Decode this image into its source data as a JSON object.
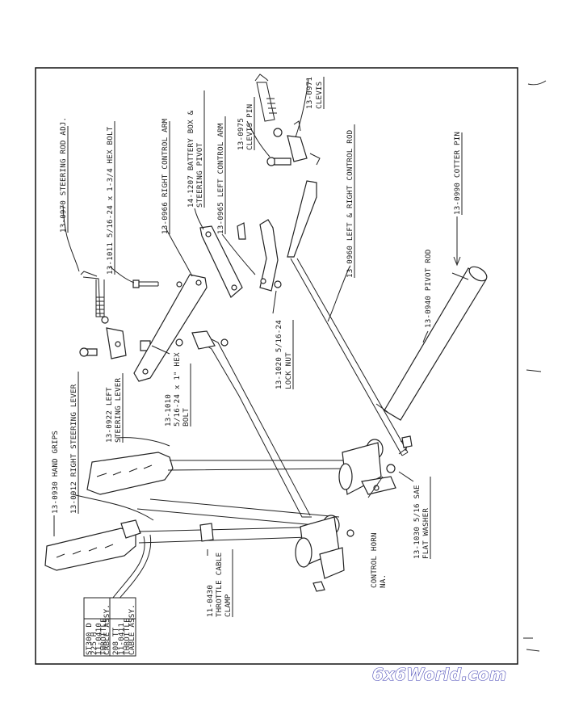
{
  "labels": {
    "steering_rod_adj": "13-0970 STEERING ROD ADJ.",
    "hex_bolt_long": "13-1011 5/16-24 x 1-3/4 HEX BOLT",
    "right_control_arm": "13-0966 RIGHT CONTROL ARM",
    "battery_box_1": "14-1207 BATTERY BOX &",
    "battery_box_2": "STEERING PIVOT",
    "left_control_arm": "13-0965 LEFT CONTROL ARM",
    "clevis_pin_1": "13-0975",
    "clevis_pin_2": "CLEVIS PIN",
    "clevis_1": "13-0971",
    "clevis_2": "CLEVIS",
    "control_rod": "13-0960 LEFT & RIGHT CONTROL ROD",
    "cotter_pin": "13-0990 COTTER PIN",
    "pivot_rod": "13-0940 PIVOT ROD",
    "lock_nut_1": "13-1020  5/16-24",
    "lock_nut_2": "LOCK NUT",
    "hex_bolt_short_1": "13-1010",
    "hex_bolt_short_2": "5/16-24 x 1\" HEX",
    "hex_bolt_short_3": "BOLT",
    "left_lever_1": "13-0922 LEFT",
    "left_lever_2": "STEERING LEVER",
    "hand_grips": "13-0930 HAND GRIPS",
    "right_lever": "13-0912 RIGHT STEERING LEVER",
    "cable_clamp_1": "11-0430",
    "cable_clamp_2": "THROTTLE CABLE",
    "cable_clamp_3": "CLAMP",
    "control_horn_1": "CONTROL HORN",
    "control_horn_2": "NA.",
    "flat_washer_1": "13-1030  5/16 SAE",
    "flat_washer_2": "FLAT WASHER"
  },
  "info_box": {
    "block1": [
      "ST300 D",
      "225 H",
      "11-0410",
      "THROTTLE",
      "CABLE ASSY."
    ],
    "block2": [
      "208 TT",
      "11-0411",
      "THROTTLE",
      "CABLE ASSY."
    ]
  },
  "watermark": "6x6World.com"
}
